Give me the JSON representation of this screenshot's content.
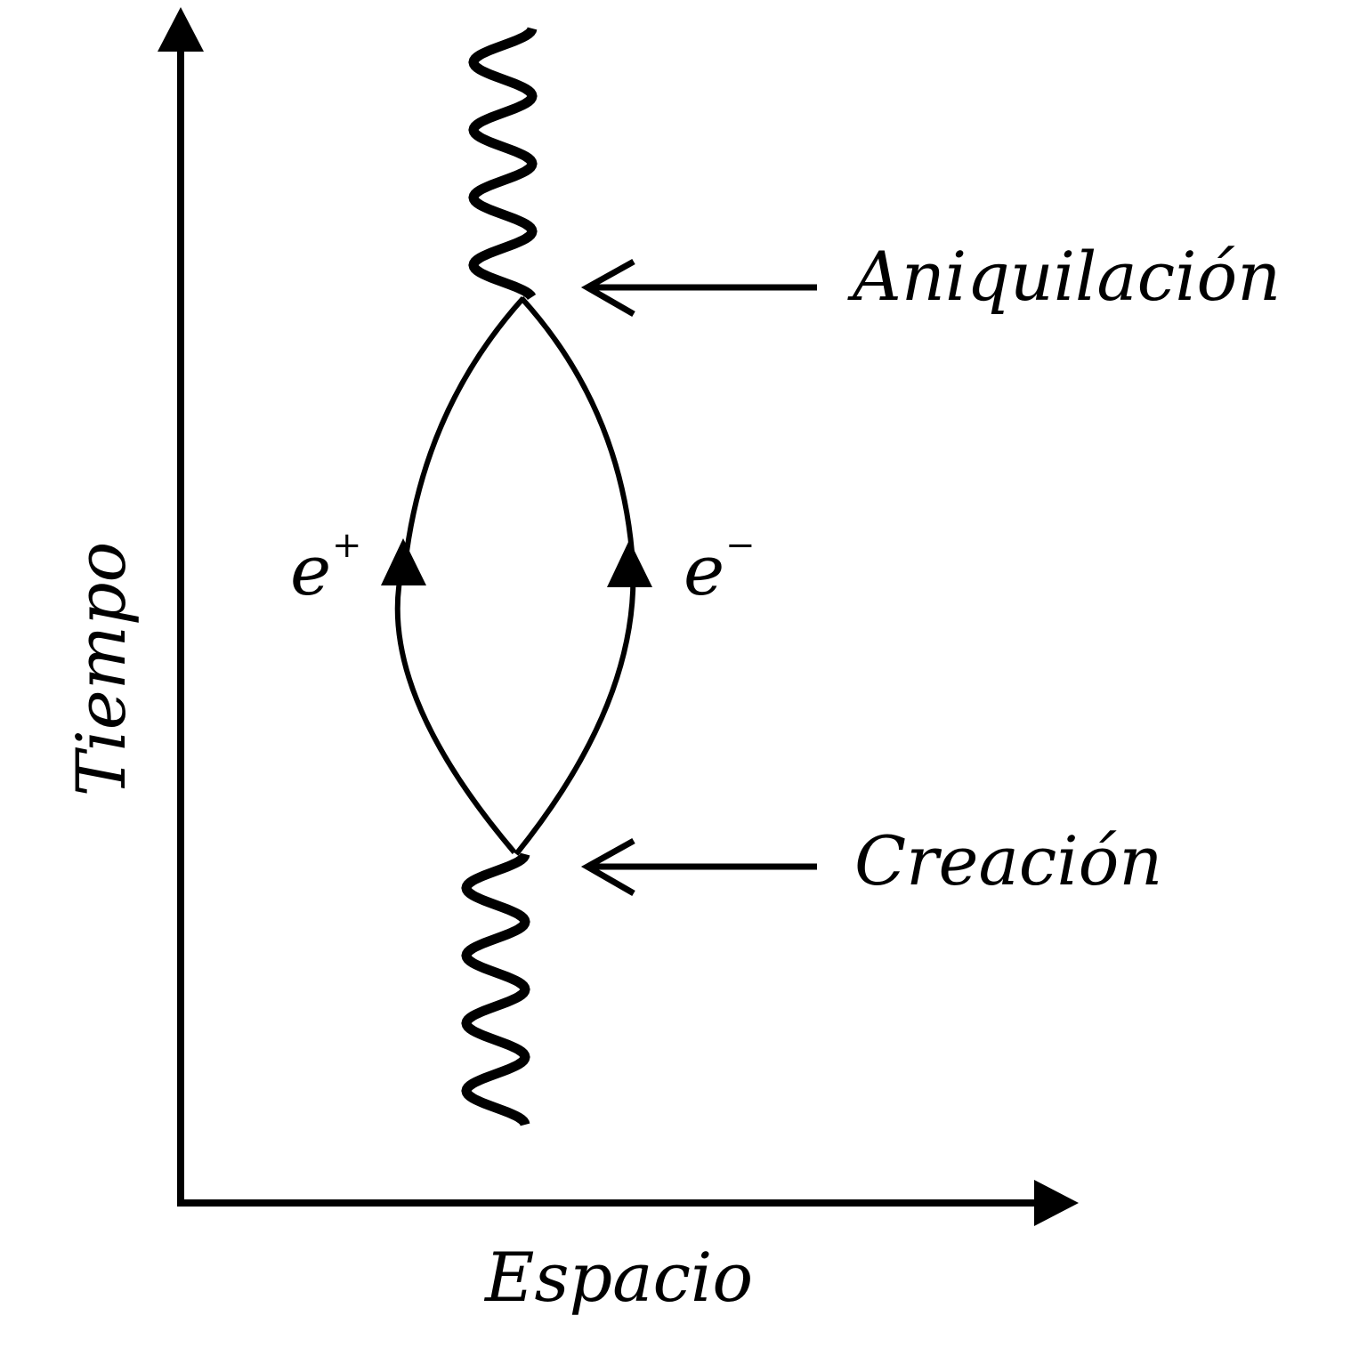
{
  "axes": {
    "x_label": "Espacio",
    "y_label": "Tiempo"
  },
  "events": {
    "annihilation_label": "Aniquilación",
    "creation_label": "Creación"
  },
  "particles": {
    "positron": {
      "symbol": "e",
      "charge": "+"
    },
    "electron": {
      "symbol": "e",
      "charge": "−"
    }
  },
  "colors": {
    "ink": "#000000",
    "background": "#ffffff"
  }
}
